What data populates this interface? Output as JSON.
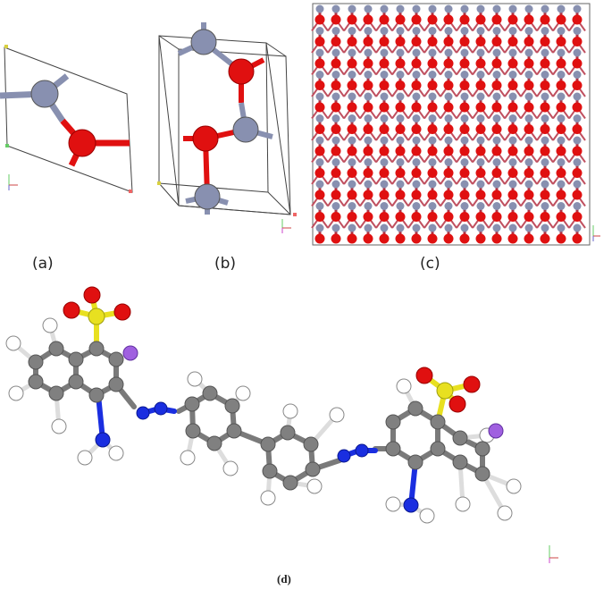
{
  "captions": {
    "a": "(a)",
    "b": "(b)",
    "c": "(c)",
    "d": "(d)"
  },
  "colors": {
    "oxygen": "#e01010",
    "zinc": "#8890b0",
    "carbon": "#808080",
    "hydrogen": "#ffffff",
    "nitrogen": "#1a2ee0",
    "sulfur": "#e8e020",
    "sodium": "#a060e0",
    "cell_edge": "#333333"
  },
  "atom_types": {
    "panel_a": [
      "zinc",
      "oxygen"
    ],
    "panel_b": [
      "zinc",
      "oxygen"
    ],
    "panel_c": [
      "zinc",
      "oxygen"
    ],
    "panel_d": [
      "carbon",
      "hydrogen",
      "nitrogen",
      "oxygen",
      "sulfur",
      "sodium"
    ]
  }
}
